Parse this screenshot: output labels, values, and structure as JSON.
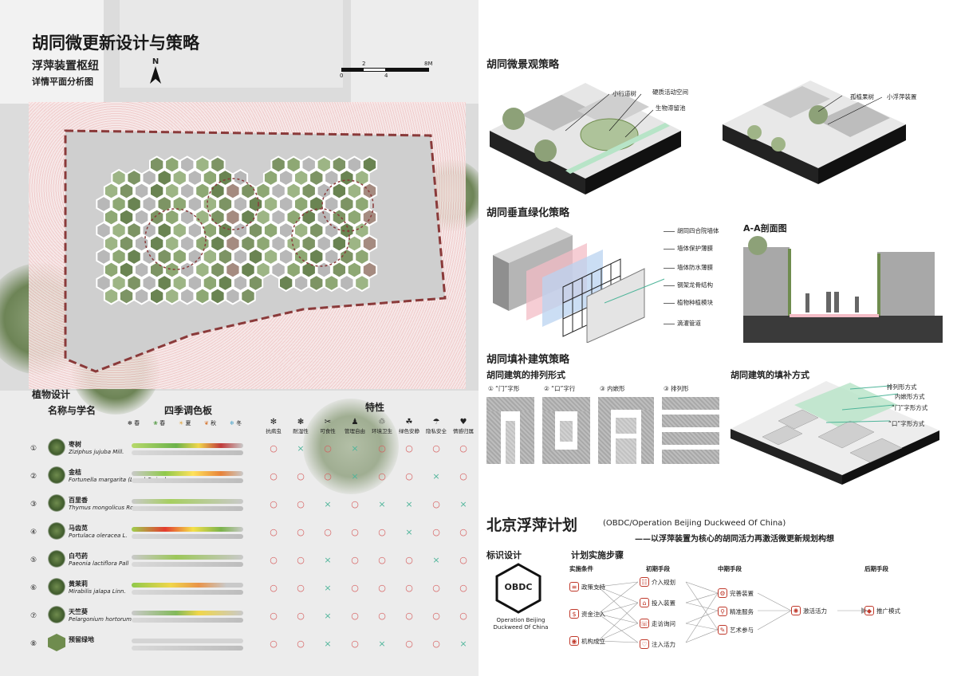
{
  "left": {
    "title": "胡同微更新设计与策略",
    "subtitle": "浮萍装置枢纽",
    "subtitle2": "详情平面分析图",
    "north": "N",
    "scale": {
      "ticks": [
        "0",
        "2",
        "4",
        "8M"
      ]
    },
    "plant_design": {
      "heading": "植物设计",
      "col_name": "名称与学名",
      "col_palette": "四季调色板",
      "col_traits": "特性",
      "seasons": [
        "春",
        "春",
        "夏",
        "秋",
        "冬"
      ],
      "traits": [
        "抗病虫",
        "耐湿性",
        "可食性",
        "管理自由",
        "环境卫生",
        "绿色安静",
        "隐私安全",
        "情感归属"
      ],
      "rows": [
        {
          "n": "①",
          "cn": "枣树",
          "latin": "Ziziphus jujuba Mill.",
          "marks": [
            "o",
            "x",
            "o",
            "x",
            "o",
            "o",
            "o",
            "o"
          ]
        },
        {
          "n": "②",
          "cn": "金桔",
          "latin": "Fortunella margarita (Lour.) Swingle",
          "marks": [
            "o",
            "o",
            "o",
            "x",
            "o",
            "o",
            "x",
            "o"
          ]
        },
        {
          "n": "③",
          "cn": "百里香",
          "latin": "Thymus mongolicus Ronn",
          "marks": [
            "o",
            "o",
            "x",
            "o",
            "x",
            "x",
            "o",
            "x"
          ]
        },
        {
          "n": "④",
          "cn": "马齿苋",
          "latin": "Portulaca oleracea L.",
          "marks": [
            "o",
            "o",
            "o",
            "o",
            "o",
            "x",
            "o",
            "o"
          ]
        },
        {
          "n": "⑤",
          "cn": "白芍药",
          "latin": "Paeonia lactiflora Pall",
          "marks": [
            "o",
            "o",
            "x",
            "o",
            "o",
            "o",
            "x",
            "o"
          ]
        },
        {
          "n": "⑥",
          "cn": "黄茉莉",
          "latin": "Mirabilis jalapa Linn.",
          "marks": [
            "o",
            "o",
            "x",
            "o",
            "o",
            "o",
            "o",
            "o"
          ]
        },
        {
          "n": "⑦",
          "cn": "天竺葵",
          "latin": "Pelargonium hortorum",
          "marks": [
            "o",
            "o",
            "x",
            "o",
            "o",
            "o",
            "o",
            "o"
          ]
        },
        {
          "n": "⑧",
          "cn": "预留绿地",
          "latin": "",
          "marks": [
            "o",
            "o",
            "x",
            "o",
            "x",
            "o",
            "o",
            "x"
          ]
        }
      ]
    }
  },
  "right": {
    "landscape": {
      "heading": "胡同微景观策略",
      "labels1": [
        "小行道树",
        "硬质活动空间",
        "生物滞留池"
      ],
      "labels2": [
        "孤植果树",
        "小浮萍装置"
      ]
    },
    "vertical": {
      "heading": "胡同垂直绿化策略",
      "layers": [
        "胡同四合院墙体",
        "墙体保护薄膜",
        "墙体防水薄膜",
        "钢架龙骨结构",
        "植物种植模块",
        "滴灌管道"
      ],
      "section": "A-A剖面图"
    },
    "infill": {
      "heading": "胡同填补建筑策略",
      "arrangement": "胡同建筑的排列形式",
      "types": [
        "① “门”字形",
        "② “口”字行",
        "③ 内嵌形",
        "③ 排列形"
      ],
      "infill_method": "胡同建筑的填补方式",
      "methods": [
        "排列形方式",
        "内嵌形方式",
        "“门”字形方式",
        "“口”字形方式"
      ]
    },
    "plan": {
      "title": "北京浮萍计划",
      "title_en": "(OBDC/Operation Beijing Duckweed Of China)",
      "tagline": "——以浮萍装置为核心的胡同活力再激活微更新规划构想",
      "logo_heading": "标识设计",
      "logo_text": "OBDC",
      "logo_caption1": "Operation Beijing",
      "logo_caption2": "Duckweed Of China",
      "steps_heading": "计划实施步骤",
      "stages": [
        "实施条件",
        "初期手段",
        "中期手段",
        "后期手段"
      ],
      "conditions": [
        "政策支持",
        "资金注入",
        "机构成立"
      ],
      "early": [
        "介入规划",
        "投入装置",
        "走访询问",
        "注入活力"
      ],
      "mid": [
        "完善装置",
        "精准服务",
        "艺术参与"
      ],
      "activate": "激活活力",
      "late": "推广模式"
    }
  },
  "colors": {
    "accent": "#d65c5c",
    "teal": "#4fb59a",
    "brand": "#222222"
  }
}
